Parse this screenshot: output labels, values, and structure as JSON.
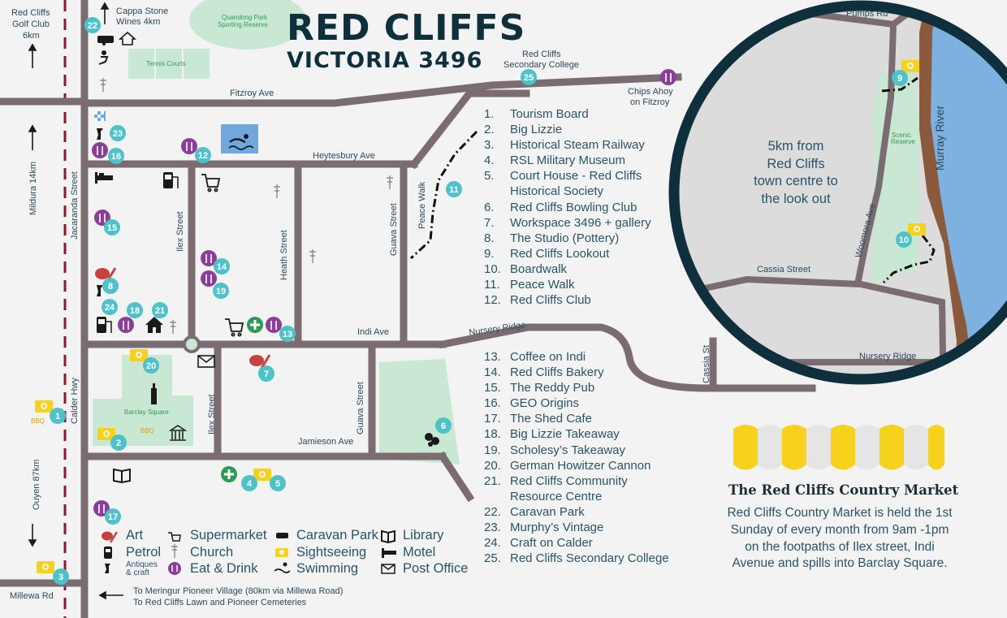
{
  "title": {
    "line1": "RED CLIFFS",
    "line2": "VICTORIA 3496"
  },
  "places": [
    {
      "num": "1.",
      "name": "Tourism Board"
    },
    {
      "num": "2.",
      "name": "Big Lizzie"
    },
    {
      "num": "3.",
      "name": "Historical Steam Railway"
    },
    {
      "num": "4.",
      "name": "RSL Military Museum"
    },
    {
      "num": "5.",
      "name": "Court House - Red Cliffs"
    },
    {
      "num": "",
      "name": "Historical Society"
    },
    {
      "num": "6.",
      "name": "Red Cliffs Bowling Club"
    },
    {
      "num": "7.",
      "name": "Workspace 3496 + gallery"
    },
    {
      "num": "8.",
      "name": "The Studio (Pottery)"
    },
    {
      "num": "9.",
      "name": "Red Cliffs Lookout"
    },
    {
      "num": "10.",
      "name": "Boardwalk"
    },
    {
      "num": "11.",
      "name": "Peace Walk"
    },
    {
      "num": "12.",
      "name": "Red Cliffs Club"
    }
  ],
  "places2": [
    {
      "num": "13.",
      "name": "Coffee on Indi"
    },
    {
      "num": "14.",
      "name": "Red Cliffs Bakery"
    },
    {
      "num": "15.",
      "name": "The Reddy Pub"
    },
    {
      "num": "16.",
      "name": "GEO Origins"
    },
    {
      "num": "17.",
      "name": "The Shed Cafe"
    },
    {
      "num": "18.",
      "name": "Big Lizzie Takeaway"
    },
    {
      "num": "19.",
      "name": "Scholesy’s Takeaway"
    },
    {
      "num": "20.",
      "name": "German Howitzer Cannon"
    },
    {
      "num": "21.",
      "name": "Red Cliffs Community"
    },
    {
      "num": "",
      "name": "Resource Centre"
    },
    {
      "num": "22.",
      "name": "Caravan Park"
    },
    {
      "num": "23.",
      "name": "Murphy’s Vintage"
    },
    {
      "num": "24.",
      "name": "Craft on Calder"
    },
    {
      "num": "25.",
      "name": "Red Cliffs Secondary College"
    }
  ],
  "legend": {
    "art": "Art",
    "petrol": "Petrol",
    "antiques_line1": "Antiques",
    "antiques_line2": "& craft",
    "supermarket": "Supermarket",
    "church": "Church",
    "eat": "Eat & Drink",
    "caravan": "Caravan Park",
    "sightseeing": "Sightseeing",
    "swimming": "Swimming",
    "library": "Library",
    "motel": "Motel",
    "post": "Post Office"
  },
  "streets": {
    "fitzroy": "Fitzroy Ave",
    "heytesbury": "Heytesbury Ave",
    "indi": "Indi Ave",
    "nursery": "Nursery Ridge",
    "jamieson": "Jamieson Ave",
    "ilex": "Ilex Street",
    "ilex2": "Ilex Street",
    "heath": "Heath Street",
    "guava": "Guava Street",
    "guava2": "Guava Street",
    "peace": "Peace Walk",
    "jacaranda": "Jacaranda Street",
    "calder": "Calder Hwy",
    "millewa": "Millewa Rd",
    "pumps": "Pumps Rd",
    "cassia": "Cassia Street",
    "cassia_st": "Cassia St",
    "woomera": "Woomera Ave",
    "nursery2": "Nursery Ridge"
  },
  "labels": {
    "golf": [
      "Red Cliffs",
      "Golf Club",
      "6km"
    ],
    "cappa": [
      "Cappa Stone",
      "Wines 4km"
    ],
    "quandong": [
      "Quandong Park",
      "Sporting Reserve"
    ],
    "tennis": "Tennis Courts",
    "college": [
      "Red Cliffs",
      "Secondary College"
    ],
    "chips": [
      "Chips Ahoy",
      "on Fitzroy"
    ],
    "mildura": "Mildura 14km",
    "ouyen": "Ouyen 87km",
    "barclay": "Barclay Square",
    "bbq1": "BBQ",
    "bbq2": "BBQ",
    "murray": "Murray River",
    "scenic": [
      "Scenic",
      "Reserve"
    ]
  },
  "markers": [
    "1",
    "2",
    "3",
    "4",
    "5",
    "6",
    "7",
    "8",
    "9",
    "10",
    "11",
    "12",
    "13",
    "14",
    "15",
    "16",
    "17",
    "18",
    "19",
    "20",
    "21",
    "22",
    "23",
    "24",
    "25"
  ],
  "circle_text": [
    "5km from",
    "Red Cliffs",
    "town centre to",
    "the look out"
  ],
  "market": {
    "title": "The Red Cliffs Country Market",
    "text": "Red Cliffs Country Market is held the 1st Sunday of every month from 9am -1pm on the footpaths of Ilex street, Indi Avenue and spills into Barclay Square."
  },
  "bottom_note": [
    "To Meringur Pioneer Village (80km via Millewa Road)",
    "To Red Cliffs Lawn and Pioneer Cemeteries"
  ],
  "colors": {
    "road": "#7a6c70",
    "teal": "#4fc1c9",
    "purple": "#8a3f97",
    "green": "#c9e8d4",
    "river": "#7eb0e0",
    "ring": "#0f2f3c",
    "yellow": "#f6d21c"
  }
}
